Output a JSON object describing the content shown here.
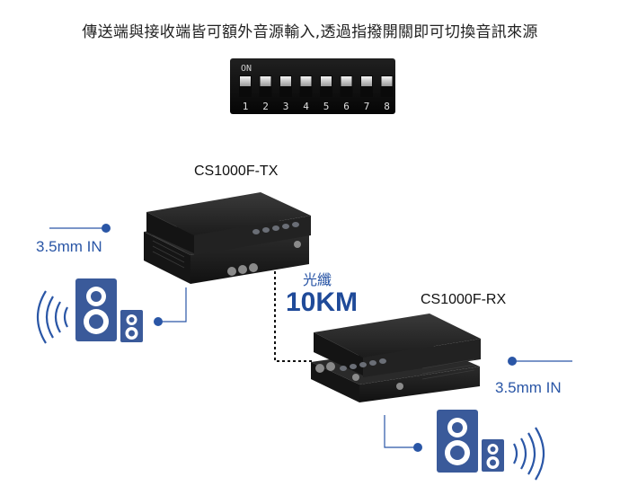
{
  "title": "傳送端與接收端皆可額外音源輸入,透過指撥開關即可切換音訊來源",
  "dip_switch": {
    "on_label": "ON",
    "numbers": [
      "1",
      "2",
      "3",
      "4",
      "5",
      "6",
      "7",
      "8"
    ]
  },
  "transmitter": {
    "label": "CS1000F-TX"
  },
  "receiver": {
    "label": "CS1000F-RX"
  },
  "audio_input_left": "3.5mm IN",
  "audio_input_right": "3.5mm IN",
  "fiber": {
    "label": "光纖",
    "distance": "10KM"
  },
  "colors": {
    "accent_blue": "#2a56a6",
    "speaker_blue": "#3a5a9a",
    "device_dark": "#1e1e1e"
  }
}
